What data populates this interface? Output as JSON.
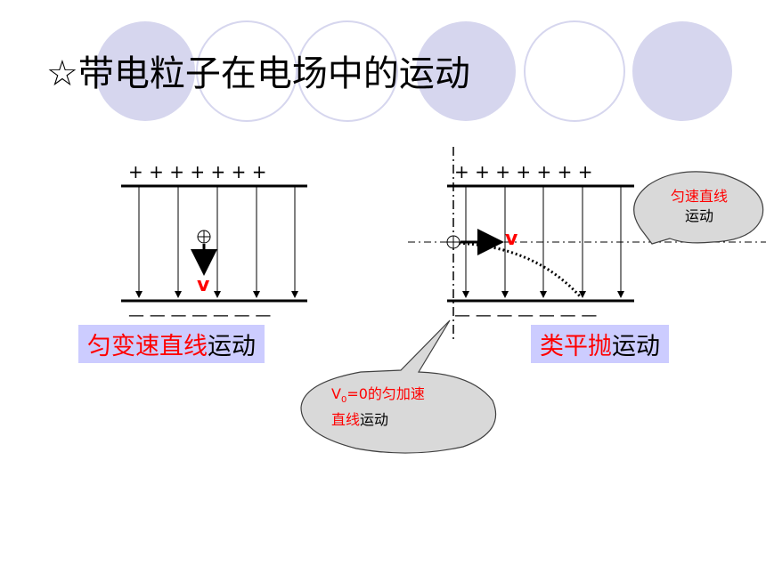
{
  "slide": {
    "title": "☆带电粒子在电场中的运动",
    "colors": {
      "circle_fill": "#d6d6ee",
      "circle_stroke": "#d6d6ee",
      "highlight_box": "#ccccff",
      "accent_red": "#ff0000"
    }
  },
  "left_panel": {
    "plus_signs": "+ + + + + + +",
    "minus_signs": "— — — — — — —",
    "velocity_label": "v",
    "caption_red": "匀变速直线",
    "caption_black": "运动"
  },
  "right_panel": {
    "plus_signs": "+ + + + + + +",
    "minus_signs": "— — — — — — —",
    "velocity_label": "v",
    "caption_red": "类平抛",
    "caption_black": "运动"
  },
  "callout_top_right": {
    "line1_red": "匀速直线",
    "line2_black": "运动"
  },
  "callout_bottom": {
    "v_prefix": "V",
    "v_sub": "0",
    "v_suffix": "=0的",
    "line1_red": "匀加速",
    "line2_red": "直线",
    "line2_black": "运动"
  }
}
